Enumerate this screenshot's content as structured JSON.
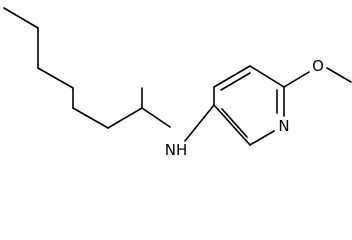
{
  "molecule": {
    "atoms": {
      "nitrogen_amine": "NH",
      "nitrogen_ring": "N",
      "oxygen": "O"
    },
    "colors": {
      "bond": "#000000",
      "label": "#000000",
      "background": "#ffffff"
    }
  }
}
